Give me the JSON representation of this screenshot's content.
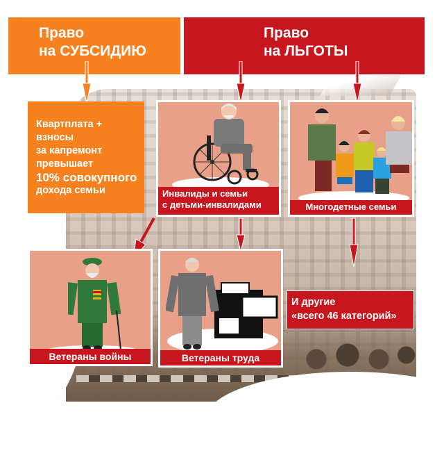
{
  "headers": {
    "subsidy": {
      "line1": "Право",
      "line2": "на СУБСИДИЮ",
      "color": "#f5821f"
    },
    "benefits": {
      "line1": "Право",
      "line2": "на ЛЬГОТЫ",
      "color": "#c8161e"
    }
  },
  "subsidy_condition": {
    "lines": [
      "Квартплата +",
      "взносы",
      "за капремонт",
      "превышает",
      "10% совокупного",
      "дохода семьи"
    ]
  },
  "categories": [
    {
      "id": "disabled",
      "label_line1": "Инвалиды и семьи",
      "label_line2": "с детьми-инвалидами",
      "icon": "wheelchair-elderly-man"
    },
    {
      "id": "large-families",
      "label": "Многодетные семьи",
      "icon": "family-group"
    },
    {
      "id": "war-veterans",
      "label": "Ветераны  войны",
      "icon": "veteran-with-cane"
    },
    {
      "id": "labor-veterans",
      "label": "Ветераны труда",
      "icon": "worker-with-machine"
    }
  ],
  "others": {
    "line1": "И другие",
    "line2": "«всего 46 категорий»"
  },
  "colors": {
    "orange": "#f5821f",
    "red": "#c8161e",
    "card_bg": "#e9a088"
  }
}
